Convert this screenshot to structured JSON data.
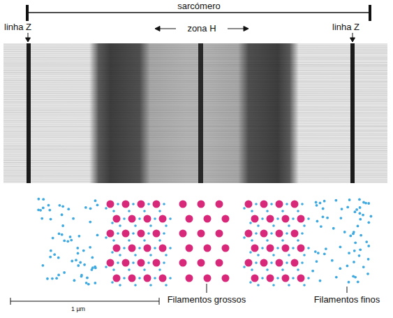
{
  "diagram": {
    "labels": [
      "sarcómero",
      "linha Z",
      "zona H",
      "linha Z",
      "1 µm",
      "Filamentos grossos",
      "Filamentos finos"
    ]
  }
}
